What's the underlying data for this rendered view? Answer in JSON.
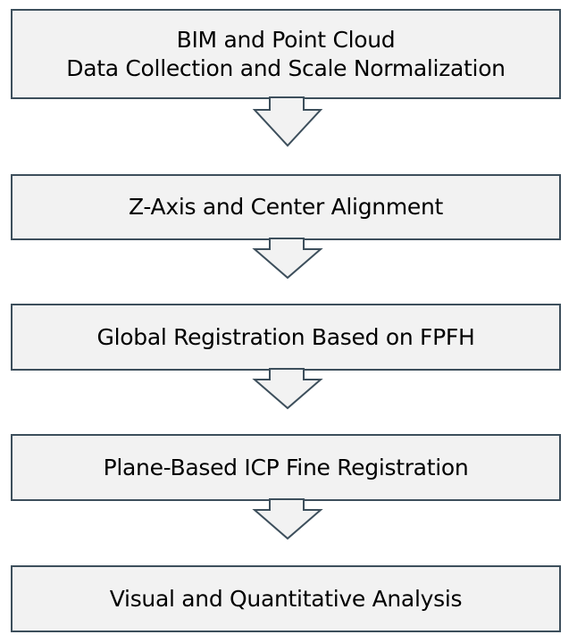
{
  "steps": [
    {
      "line1": "BIM and Point Cloud",
      "line2": "Data Collection and Scale Normalization"
    },
    {
      "label": "Z-Axis and Center Alignment"
    },
    {
      "label": "Global Registration Based on FPFH"
    },
    {
      "label": "Plane-Based ICP Fine Registration"
    },
    {
      "label": "Visual and Quantitative Analysis"
    }
  ],
  "colors": {
    "fill": "#f2f2f2",
    "border": "#3d4f5c"
  }
}
